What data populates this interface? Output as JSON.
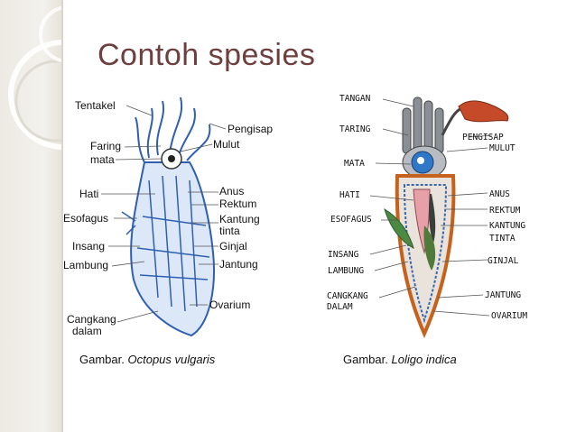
{
  "slide": {
    "title": "Contoh spesies"
  },
  "octopus": {
    "caption_prefix": "Gambar.",
    "caption_species": "Octopus vulgaris",
    "labels": {
      "tentakel": "Tentakel",
      "pengisap": "Pengisap",
      "faring": "Faring",
      "mata": "mata",
      "mulut": "Mulut",
      "hati": "Hati",
      "anus": "Anus",
      "rektum": "Rektum",
      "esofagus": "Esofagus",
      "kantung": "Kantung",
      "tinta": "tinta",
      "insang": "Insang",
      "ginjal": "Ginjal",
      "lambung": "Lambung",
      "jantung": "Jantung",
      "ovarium": "Ovarium",
      "cangkang": "Cangkang",
      "dalam": "dalam"
    }
  },
  "squid": {
    "caption_prefix": "Gambar.",
    "caption_species": "Loligo indica",
    "labels": {
      "tangan": "TANGAN",
      "taring": "TARING",
      "pengisap": "PENGISAP",
      "mulut": "MULUT",
      "mata": "MATA",
      "hati": "HATI",
      "anus": "ANUS",
      "rektum": "REKTUM",
      "esofagus": "ESOFAGUS",
      "kantung": "KANTUNG",
      "tinta": "TINTA",
      "insang": "INSANG",
      "ginjal": "GINJAL",
      "lambung": "LAMBUNG",
      "cangkang": "CANGKANG",
      "dalam": "DALAM",
      "jantung": "JANTUNG",
      "ovarium": "OVARIUM"
    }
  },
  "colors": {
    "title": "#6d3f3f",
    "octopus_blue": "#2f5fb3",
    "squid_orange": "#c4621e",
    "squid_eye": "#2f78c8"
  }
}
